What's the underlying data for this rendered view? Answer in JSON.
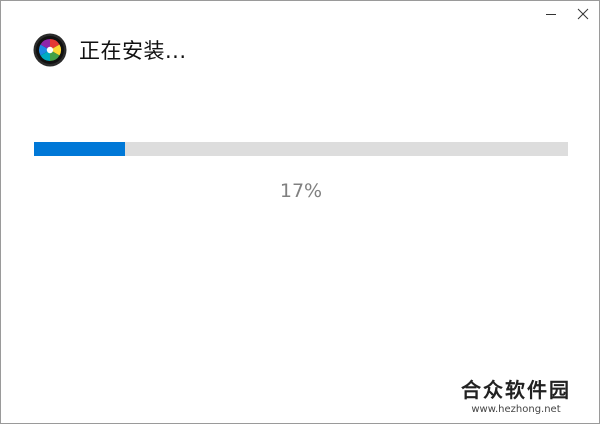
{
  "window": {
    "title": "正在安装..."
  },
  "progress": {
    "percent": 17,
    "label": "17%",
    "fill_color": "#0078d7",
    "track_color": "#dddddd"
  },
  "watermark": {
    "name": "合众软件园",
    "url": "www.hezhong.net"
  }
}
